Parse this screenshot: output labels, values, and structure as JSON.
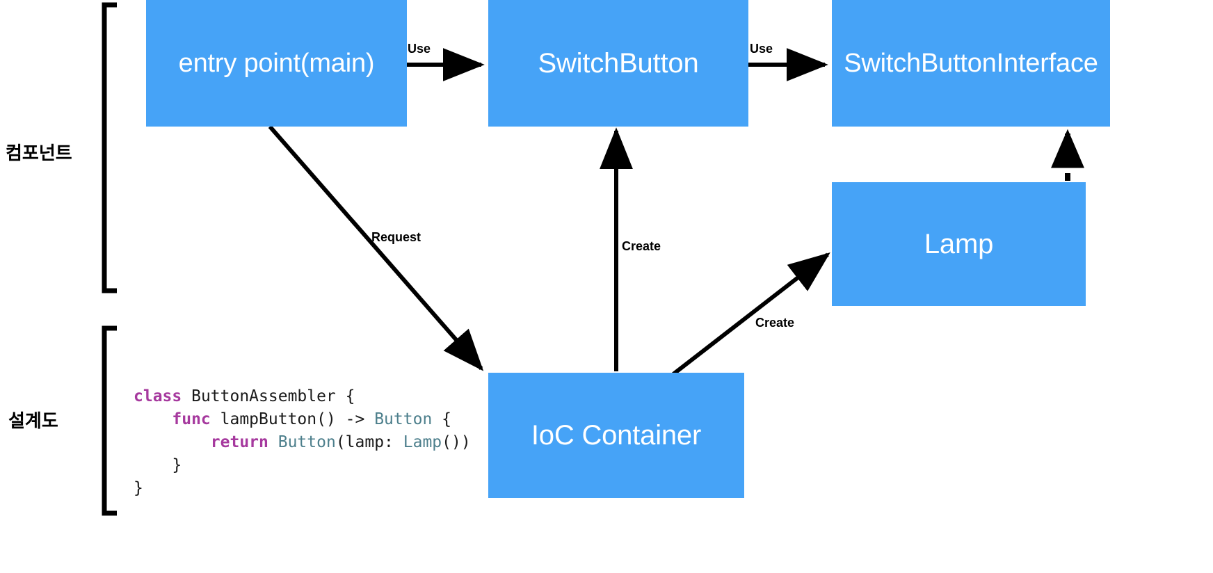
{
  "diagram": {
    "title": "IoC Container component and blueprint diagram",
    "accent_color": "#46a3f7",
    "line_color": "#000000",
    "text_on_accent": "#ffffff",
    "groups": [
      {
        "id": "components",
        "label": "컴포넌트"
      },
      {
        "id": "blueprint",
        "label": "설계도"
      }
    ],
    "nodes": [
      {
        "id": "entry",
        "label": "entry point(main)"
      },
      {
        "id": "switch",
        "label": "SwitchButton"
      },
      {
        "id": "iface",
        "label": "SwitchButtonInterface"
      },
      {
        "id": "lamp",
        "label": "Lamp"
      },
      {
        "id": "ioc",
        "label": "IoC Container"
      }
    ],
    "edges": [
      {
        "id": "entry-switch",
        "from": "entry",
        "to": "switch",
        "label": "Use",
        "style": "solid"
      },
      {
        "id": "switch-iface",
        "from": "switch",
        "to": "iface",
        "label": "Use",
        "style": "solid"
      },
      {
        "id": "entry-ioc",
        "from": "entry",
        "to": "ioc",
        "label": "Request",
        "style": "solid"
      },
      {
        "id": "ioc-switch",
        "from": "ioc",
        "to": "switch",
        "label": "Create",
        "style": "solid"
      },
      {
        "id": "ioc-lamp",
        "from": "ioc",
        "to": "lamp",
        "label": "Create",
        "style": "solid"
      },
      {
        "id": "lamp-iface",
        "from": "lamp",
        "to": "iface",
        "label": "",
        "style": "dashed"
      }
    ],
    "code": {
      "language": "swift",
      "lines": [
        [
          {
            "t": "class ",
            "c": "kw"
          },
          {
            "t": "ButtonAssembler {",
            "c": "pl"
          }
        ],
        [
          {
            "t": "    ",
            "c": "pl"
          },
          {
            "t": "func ",
            "c": "kw"
          },
          {
            "t": "lampButton() -> ",
            "c": "pl"
          },
          {
            "t": "Button ",
            "c": "ty"
          },
          {
            "t": "{",
            "c": "pl"
          }
        ],
        [
          {
            "t": "        ",
            "c": "pl"
          },
          {
            "t": "return ",
            "c": "kw"
          },
          {
            "t": "Button",
            "c": "ty"
          },
          {
            "t": "(lamp: ",
            "c": "pl"
          },
          {
            "t": "Lamp",
            "c": "ty"
          },
          {
            "t": "())",
            "c": "pl"
          }
        ],
        [
          {
            "t": "    }",
            "c": "pl"
          }
        ],
        [
          {
            "t": "}",
            "c": "pl"
          }
        ]
      ],
      "plain": "class ButtonAssembler {\n    func lampButton() -> Button {\n        return Button(lamp: Lamp())\n    }\n}"
    }
  }
}
